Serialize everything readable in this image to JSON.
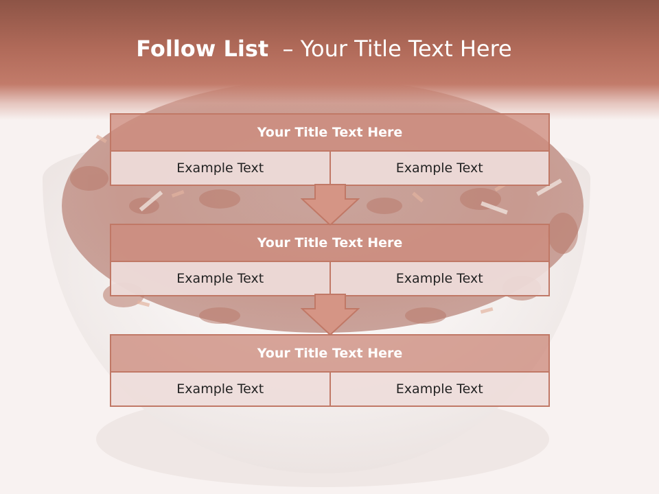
{
  "slide": {
    "title_bold": "Follow List",
    "title_rest": "  – Your Title Text Here"
  },
  "blocks": [
    {
      "title": "Your Title Text Here",
      "cells": [
        "Example Text",
        "Example Text"
      ]
    },
    {
      "title": "Your Title Text Here",
      "cells": [
        "Example Text",
        "Example Text"
      ]
    },
    {
      "title": "Your Title Text Here",
      "cells": [
        "Example Text",
        "Example Text"
      ]
    }
  ],
  "colors": {
    "header": "#b06a59",
    "box_fill": "#d49a8a",
    "border": "#c07866",
    "cell_fill": "#eedcda"
  }
}
